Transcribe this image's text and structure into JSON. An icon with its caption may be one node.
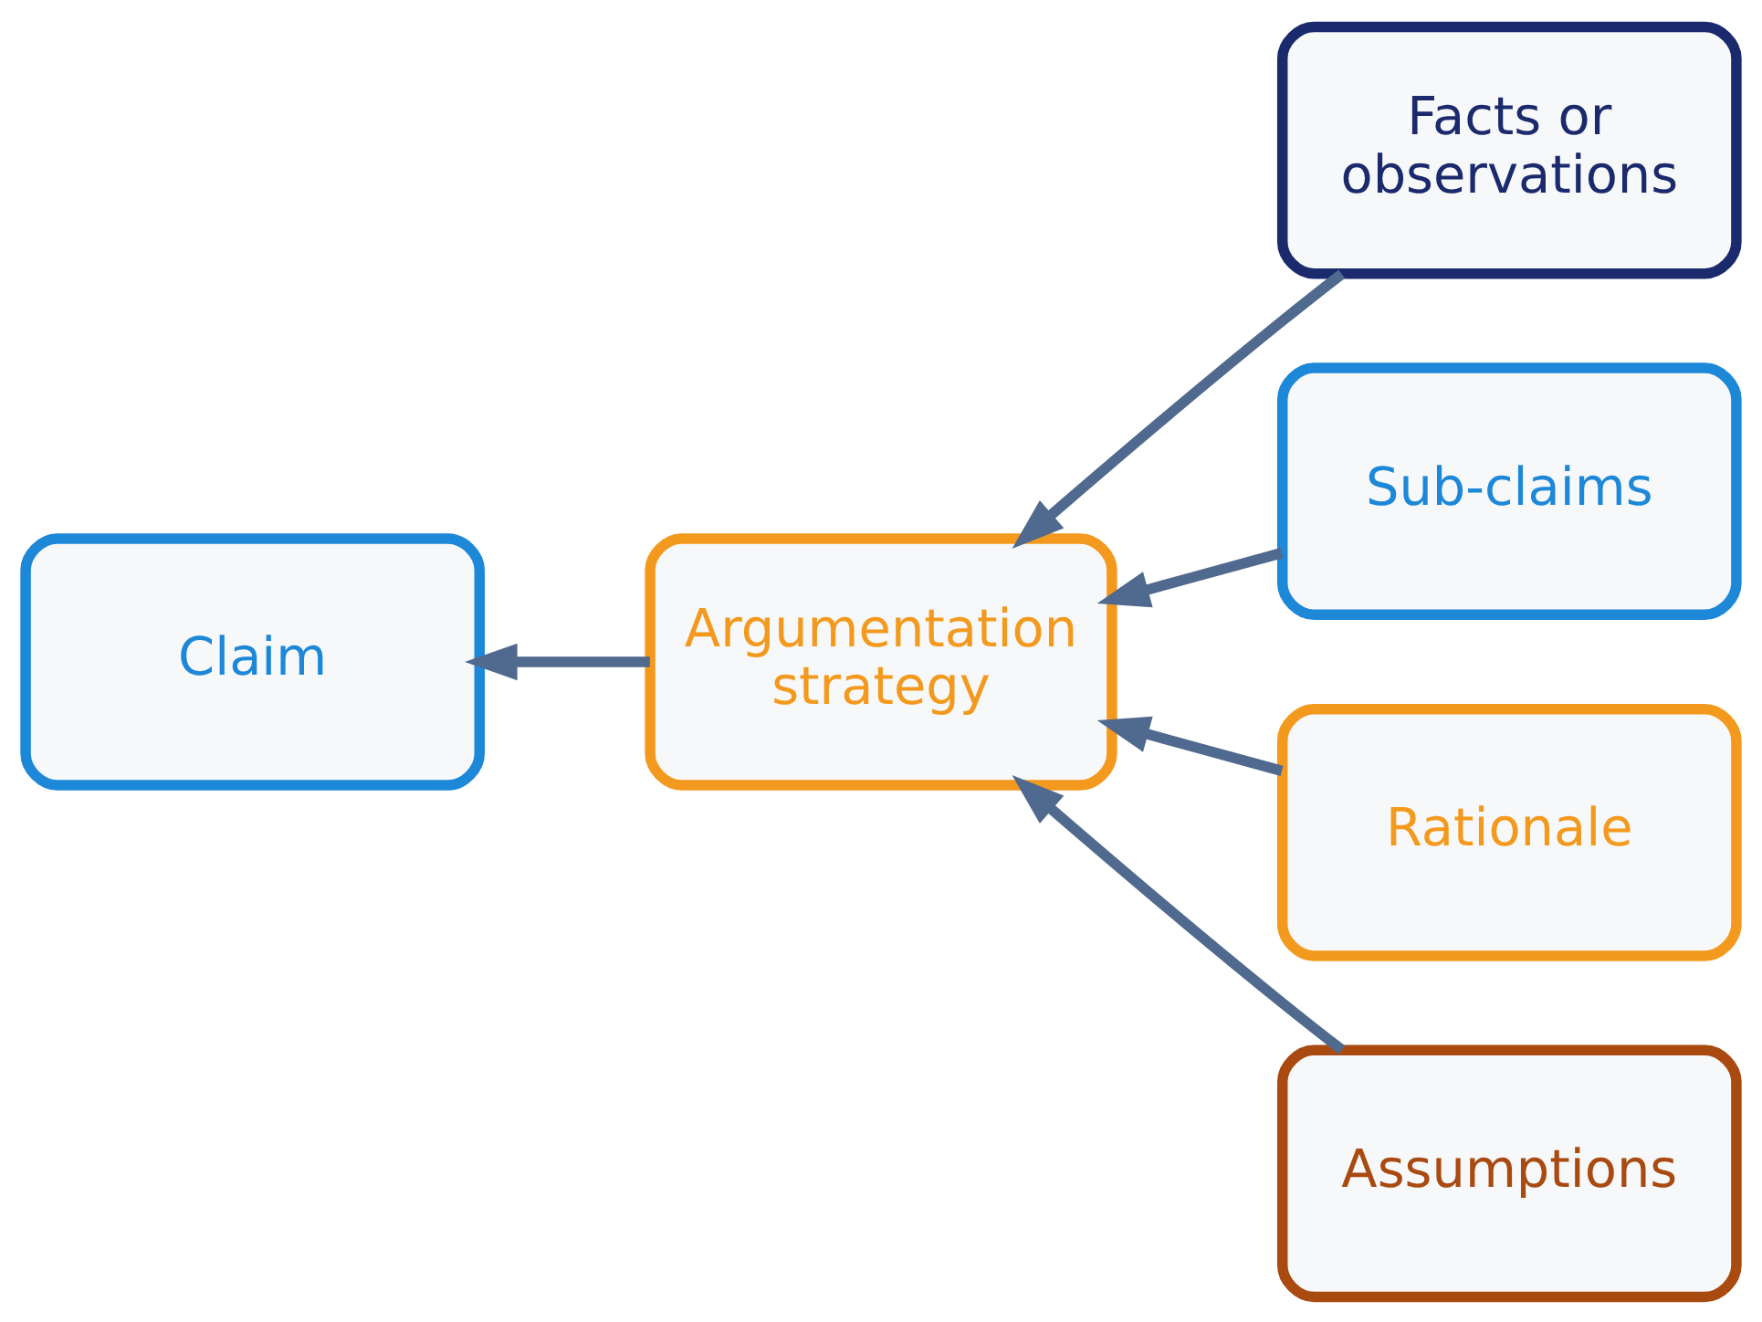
{
  "diagram": {
    "nodes": [
      {
        "text": [
          "Claim"
        ]
      },
      {
        "text": [
          "Argumentation strategy"
        ]
      },
      {
        "text": [
          "Facts or observations"
        ]
      },
      {
        "text": [
          "Sub-claims"
        ]
      },
      {
        "text": [
          "Rationale"
        ]
      },
      {
        "text": [
          "Assumptions"
        ]
      }
    ],
    "edges": [
      {
        "from": 1,
        "to": 0,
        "arrow": "to"
      },
      {
        "from": 2,
        "to": 1,
        "arrow": "to"
      },
      {
        "from": 3,
        "to": 1,
        "arrow": "to"
      },
      {
        "from": 4,
        "to": 1,
        "arrow": "to"
      },
      {
        "from": 5,
        "to": 1,
        "arrow": "to"
      }
    ]
  }
}
